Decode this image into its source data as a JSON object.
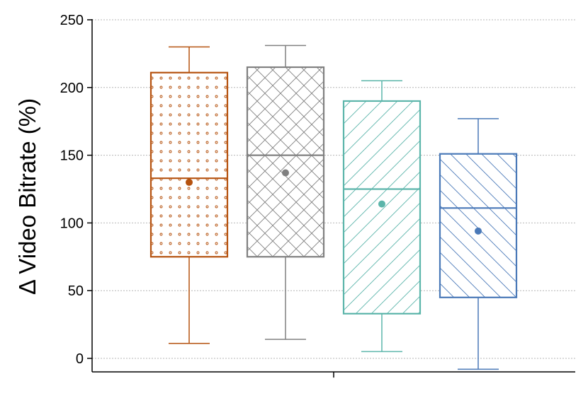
{
  "chart_data": {
    "type": "box",
    "title": "",
    "xlabel": "",
    "ylabel": "Δ Video Bitrate (%)",
    "ylim": [
      -10,
      250
    ],
    "yticks": [
      0,
      50,
      100,
      150,
      200,
      250
    ],
    "grid": {
      "y": true,
      "style": "dotted"
    },
    "legend": "none",
    "series": [
      {
        "whisker_low": 11,
        "q1": 75,
        "median": 133,
        "q3": 211,
        "whisker_high": 230,
        "mean": 130,
        "color": "#b5520f",
        "pattern": "dots"
      },
      {
        "whisker_low": 14,
        "q1": 75,
        "median": 150,
        "q3": 215,
        "whisker_high": 231,
        "mean": 137,
        "color": "#808080",
        "pattern": "crosshatch"
      },
      {
        "whisker_low": 5,
        "q1": 33,
        "median": 125,
        "q3": 190,
        "whisker_high": 205,
        "mean": 114,
        "color": "#5bb5aa",
        "pattern": "diagonal-forward"
      },
      {
        "whisker_low": -8,
        "q1": 45,
        "median": 111,
        "q3": 151,
        "whisker_high": 177,
        "mean": 94,
        "color": "#4a79b8",
        "pattern": "diagonal-backward"
      }
    ]
  }
}
